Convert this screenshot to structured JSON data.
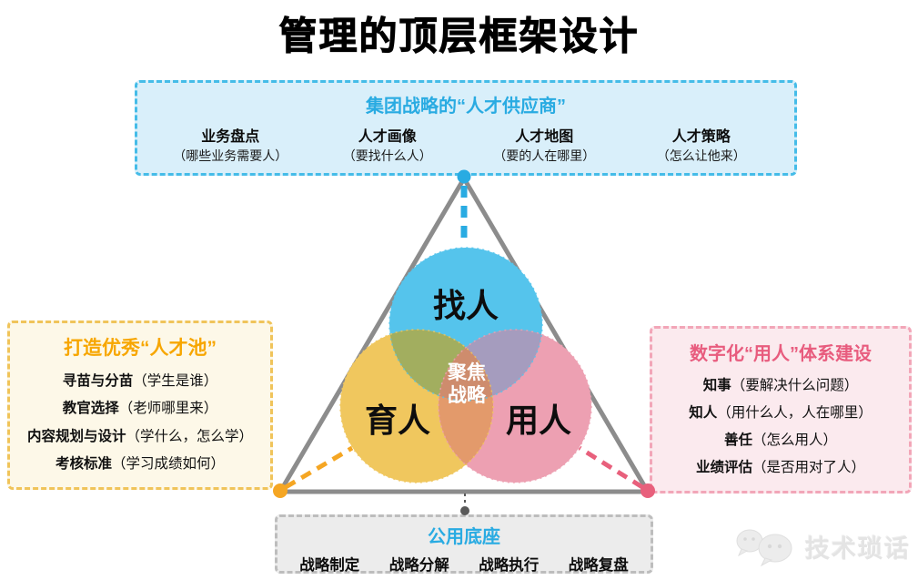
{
  "title": "管理的顶层框架设计",
  "colors": {
    "cyan": "#29ABE2",
    "orange": "#F5A623",
    "pink_line": "#E8607C",
    "gray_line": "#8C8C8C",
    "dark_dot": "#595959",
    "top_box_bg": "#D9EFFA",
    "left_box_bg": "#FDF8E8",
    "right_box_bg": "#FBEAEE",
    "bottom_box_bg": "#ECECEC"
  },
  "top_box": {
    "header": "集团战略的“人才供应商”",
    "items": [
      {
        "name": "业务盘点",
        "desc": "（哪些业务需要人）"
      },
      {
        "name": "人才画像",
        "desc": "（要找什么人）"
      },
      {
        "name": "人才地图",
        "desc": "（要的人在哪里）"
      },
      {
        "name": "人才策略",
        "desc": "（怎么让他来）"
      }
    ]
  },
  "left_box": {
    "header": "打造优秀“人才池”",
    "items": [
      {
        "name": "寻苗与分苗",
        "desc": "（学生是谁）"
      },
      {
        "name": "教官选择",
        "desc": "（老师哪里来）"
      },
      {
        "name": "内容规划与设计",
        "desc": "（学什么，怎么学）"
      },
      {
        "name": "考核标准",
        "desc": "（学习成绩如何）"
      }
    ]
  },
  "right_box": {
    "header": "数字化“用人”体系建设",
    "items": [
      {
        "name": "知事",
        "desc": "（要解决什么问题）"
      },
      {
        "name": "知人",
        "desc": "（用什么人，人在哪里）"
      },
      {
        "name": "善任",
        "desc": "（怎么用人）"
      },
      {
        "name": "业绩评估",
        "desc": "（是否用对了人）"
      }
    ]
  },
  "bottom_box": {
    "header": "公用底座",
    "items": [
      "战略制定",
      "战略分解",
      "战略执行",
      "战略复盘"
    ]
  },
  "venn": {
    "circles": [
      {
        "label": "找人",
        "color": "#55C4EC"
      },
      {
        "label": "育人",
        "color": "#F0C75E"
      },
      {
        "label": "用人",
        "color": "#EDA0B2"
      }
    ],
    "center_label_line1": "聚焦",
    "center_label_line2": "战略",
    "overlap_colors": {
      "blue_yellow": "#A2AE5F",
      "blue_pink": "#A59CBE",
      "yellow_pink": "#E39A6B",
      "center": "#CE8C6D"
    }
  },
  "watermark": {
    "text": "技术琐话",
    "icon": "chat-bubbles-icon"
  }
}
